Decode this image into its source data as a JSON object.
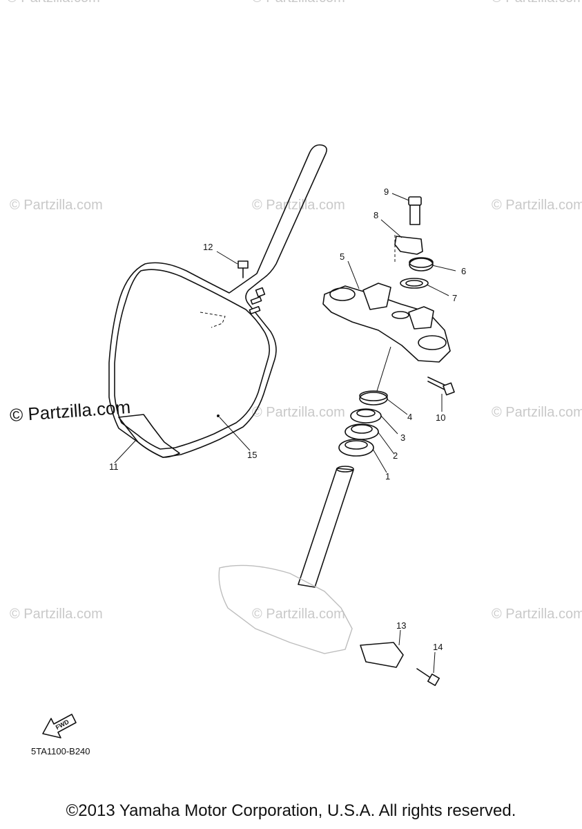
{
  "watermarks": {
    "text": "© Partzilla.com",
    "strong_text": "© Partzilla.com"
  },
  "callouts": {
    "c1": "1",
    "c2": "2",
    "c3": "3",
    "c4": "4",
    "c5": "5",
    "c6": "6",
    "c7": "7",
    "c8": "8",
    "c9": "9",
    "c10": "10",
    "c11": "11",
    "c12": "12",
    "c13": "13",
    "c14": "14",
    "c15": "15"
  },
  "fwd_label": "FWD",
  "diagram_code": "5TA1100-B240",
  "footer": "©2013 Yamaha Motor Corporation, U.S.A. All rights reserved."
}
